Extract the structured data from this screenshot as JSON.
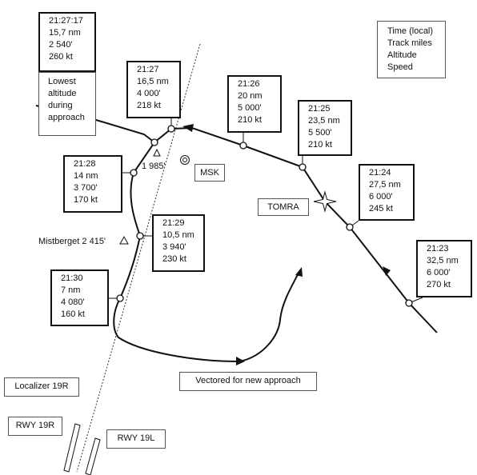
{
  "legend": [
    "Time (local)",
    "Track miles",
    "Altitude",
    "Speed"
  ],
  "lowest_altitude_note": [
    "Lowest",
    "altitude",
    "during",
    "approach"
  ],
  "waypoints": [
    {
      "time": "21:23",
      "miles": "32,5 nm",
      "altitude": "6 000'",
      "speed": "270 kt"
    },
    {
      "time": "21:24",
      "miles": "27,5 nm",
      "altitude": "6 000'",
      "speed": "245 kt"
    },
    {
      "time": "21:25",
      "miles": "23,5 nm",
      "altitude": "5 500'",
      "speed": "210 kt"
    },
    {
      "time": "21:26",
      "miles": "20 nm",
      "altitude": "5 000'",
      "speed": "210 kt"
    },
    {
      "time": "21:27",
      "miles": "16,5 nm",
      "altitude": "4 000'",
      "speed": "218 kt"
    },
    {
      "time": "21:27:17",
      "miles": "15,7 nm",
      "altitude": "2 540'",
      "speed": "260 kt"
    },
    {
      "time": "21:28",
      "miles": "14 nm",
      "altitude": "3 700'",
      "speed": "170 kt"
    },
    {
      "time": "21:29",
      "miles": "10,5 nm",
      "altitude": "3 940'",
      "speed": "230 kt"
    },
    {
      "time": "21:30",
      "miles": "7 nm",
      "altitude": "4 080'",
      "speed": "160 kt"
    }
  ],
  "labels": {
    "msk": "MSK",
    "tomra": "TOMRA",
    "vectored": "Vectored for new approach",
    "localizer": "Localizer 19R",
    "rwy_19r": "RWY 19R",
    "rwy_19l": "RWY 19L",
    "mistberget": "Mistberget 2 415'",
    "obstacle": "1 985'"
  }
}
